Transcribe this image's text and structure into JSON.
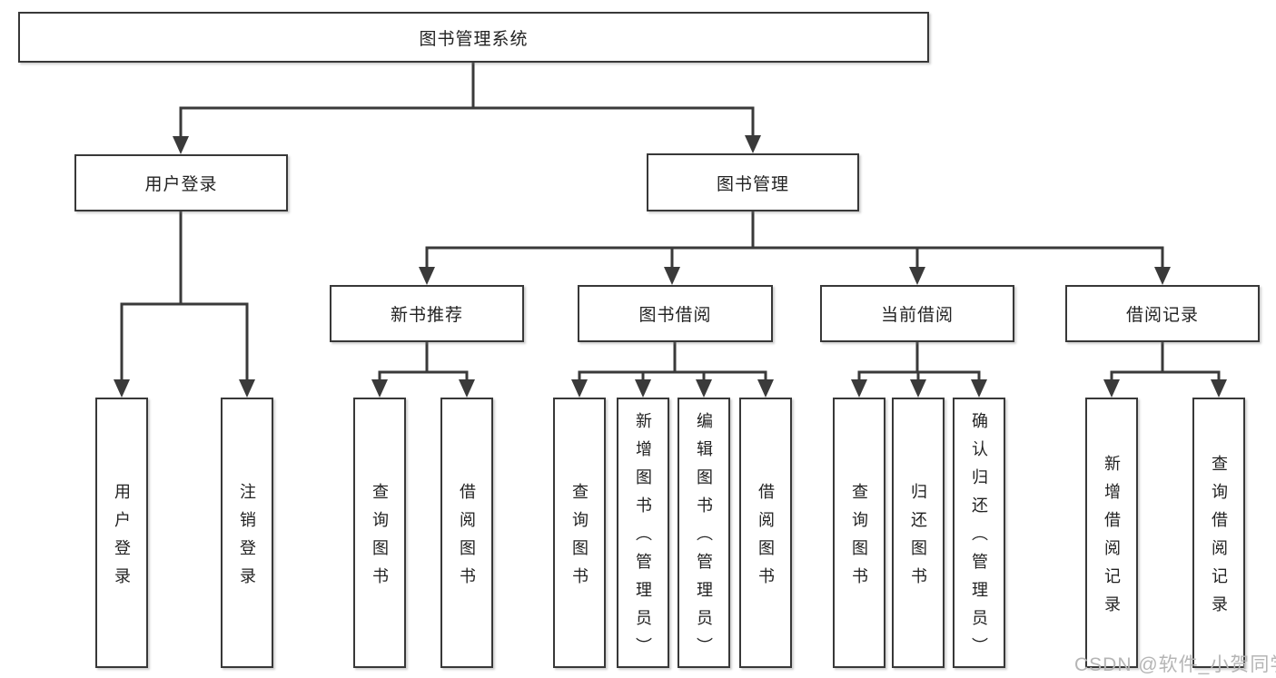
{
  "diagram": {
    "root_label": "图书管理系统",
    "level2": [
      "用户登录",
      "图书管理"
    ],
    "level3": [
      "新书推荐",
      "图书借阅",
      "当前借阅",
      "借阅记录"
    ],
    "leaves": {
      "user_login": [
        "用户登录",
        "注销登录"
      ],
      "new_book": [
        "查询图书",
        "借阅图书"
      ],
      "book_borrow": [
        "查询图书",
        "新增图书（管理员）",
        "编辑图书（管理员）",
        "借阅图书"
      ],
      "current_borrow": [
        "查询图书",
        "归还图书",
        "确认归还（管理员）"
      ],
      "borrow_record": [
        "新增借阅记录",
        "查询借阅记录"
      ]
    },
    "watermark": "CSDN @软件_小贺同学",
    "colors": {
      "line": "#3a3a3a",
      "box_border": "#383838",
      "text": "#222222",
      "watermark": "#b5b5b5",
      "background": "#ffffff"
    }
  }
}
